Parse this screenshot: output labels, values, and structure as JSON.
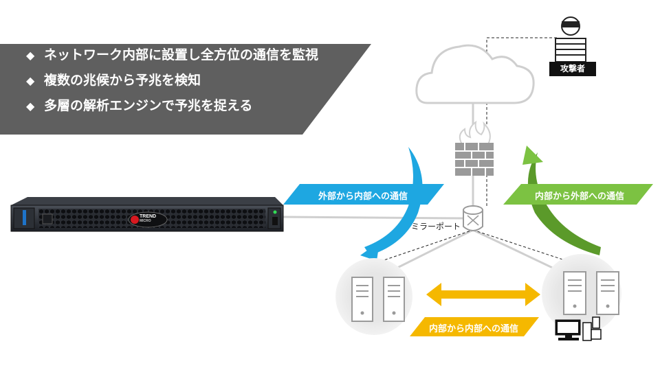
{
  "features": {
    "bullet_glyph": "◆",
    "items": [
      "ネットワーク内部に設置し全方位の通信を監視",
      "複数の兆候から予兆を検知",
      "多層の解析エンジンで予兆を捉える"
    ]
  },
  "appliance": {
    "brand_line1": "TREND",
    "brand_line2": "MICRO"
  },
  "labels": {
    "attacker": "攻撃者",
    "mirror_port": "ミラーポート",
    "external_to_internal": "外部から内部への通信",
    "internal_to_external": "内部から外部への通信",
    "internal_to_internal": "内部から内部への通信"
  },
  "colors": {
    "banner": "#5f5f5f",
    "blue": "#1ea7e1",
    "green": "#7cc242",
    "dark_green": "#5b9a2a",
    "orange": "#f5b800"
  },
  "icons": [
    "cloud-icon",
    "firewall-icon",
    "switch-icon",
    "server-icon",
    "desktop-pc-icon",
    "attacker-icon"
  ]
}
